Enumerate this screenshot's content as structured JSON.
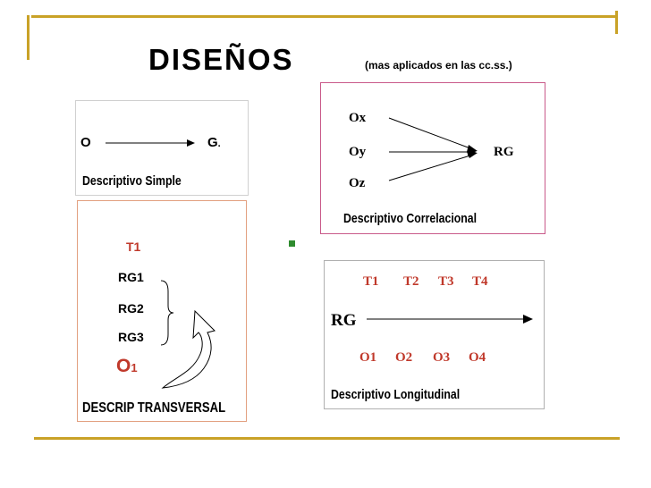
{
  "title": "DISEÑOS",
  "subtitle": "(mas aplicados en las cc.ss.)",
  "colors": {
    "frame": "#c9a227",
    "accent_red": "#c0392b",
    "bullet": "#2e8b2e"
  },
  "simple": {
    "left": "O",
    "right": "G",
    "period": ".",
    "label": "Descriptivo Simple"
  },
  "correlacional": {
    "vars": [
      "Ox",
      "Oy",
      "Oz"
    ],
    "target": "RG",
    "label": "Descriptivo Correlacional"
  },
  "transversal": {
    "t1": "T1",
    "groups": [
      "RG1",
      "RG2",
      "RG3"
    ],
    "obs_letter": "O",
    "obs_sub": "1",
    "label": "DESCRIP  TRANSVERSAL"
  },
  "longitudinal": {
    "times": [
      "T1",
      "T2",
      "T3",
      "T4"
    ],
    "group": "RG",
    "obs": [
      "O1",
      "O2",
      "O3",
      "O4"
    ],
    "label": "Descriptivo Longitudinal"
  }
}
